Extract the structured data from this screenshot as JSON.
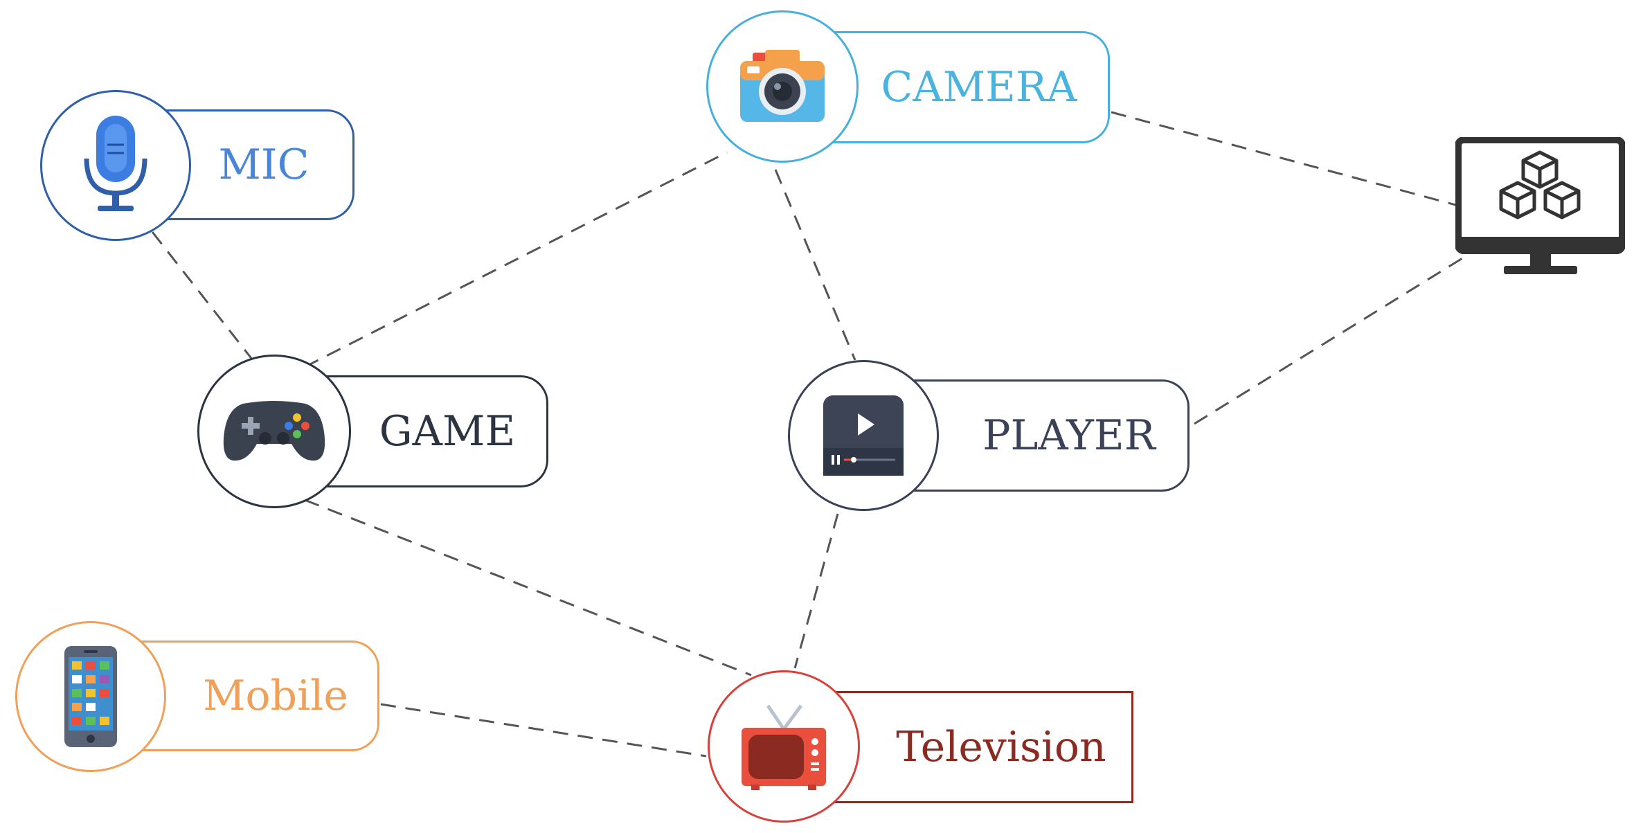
{
  "nodes": {
    "mic": {
      "label": "MIC",
      "icon": "microphone-icon",
      "color": "#2f6fd1"
    },
    "camera": {
      "label": "CAMERA",
      "icon": "camera-icon",
      "color": "#45b0dd"
    },
    "game": {
      "label": "GAME",
      "icon": "gamepad-icon",
      "color": "#2b3440"
    },
    "player": {
      "label": "PLAYER",
      "icon": "video-player-icon",
      "color": "#3b4258"
    },
    "mobile": {
      "label": "Mobile",
      "icon": "smartphone-icon",
      "color": "#f0a058"
    },
    "television": {
      "label": "Television",
      "icon": "television-icon",
      "color": "#8a2a20"
    },
    "monitor": {
      "icon": "monitor-cubes-icon",
      "color": "#333333"
    }
  }
}
